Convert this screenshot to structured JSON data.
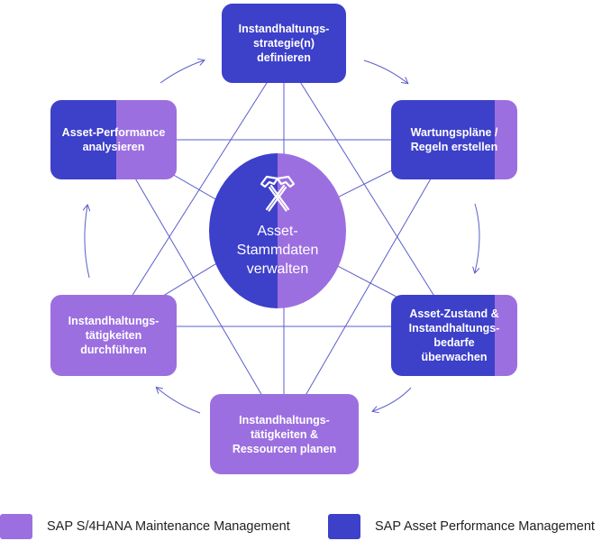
{
  "colors": {
    "maintenance_purple": "#9c6fe0",
    "asset_performance_blue": "#3d40c9",
    "connector_line": "#5b5ec9"
  },
  "center": {
    "label": "Asset-\nStammdaten\nverwalten",
    "icon": "crossed-hammers-icon"
  },
  "nodes": [
    {
      "id": "strategy",
      "label": "Instandhaltungs-\nstrategie(n)\ndefinieren"
    },
    {
      "id": "maintenance-plans",
      "label": "Wartungspläne /\nRegeln erstellen"
    },
    {
      "id": "asset-condition",
      "label": "Asset-Zustand &\nInstandhaltungs-\nbedarfe\nüberwachen"
    },
    {
      "id": "planning",
      "label": "Instandhaltungs-\ntätigkeiten &\nRessourcen planen"
    },
    {
      "id": "execution",
      "label": "Instandhaltungs-\ntätigkeiten\ndurchführen"
    },
    {
      "id": "performance",
      "label": "Asset-Performance\nanalysieren"
    }
  ],
  "legend": [
    {
      "label": "SAP S/4HANA Maintenance Management",
      "color": "#9c6fe0"
    },
    {
      "label": "SAP Asset Performance Management",
      "color": "#3d40c9"
    }
  ]
}
